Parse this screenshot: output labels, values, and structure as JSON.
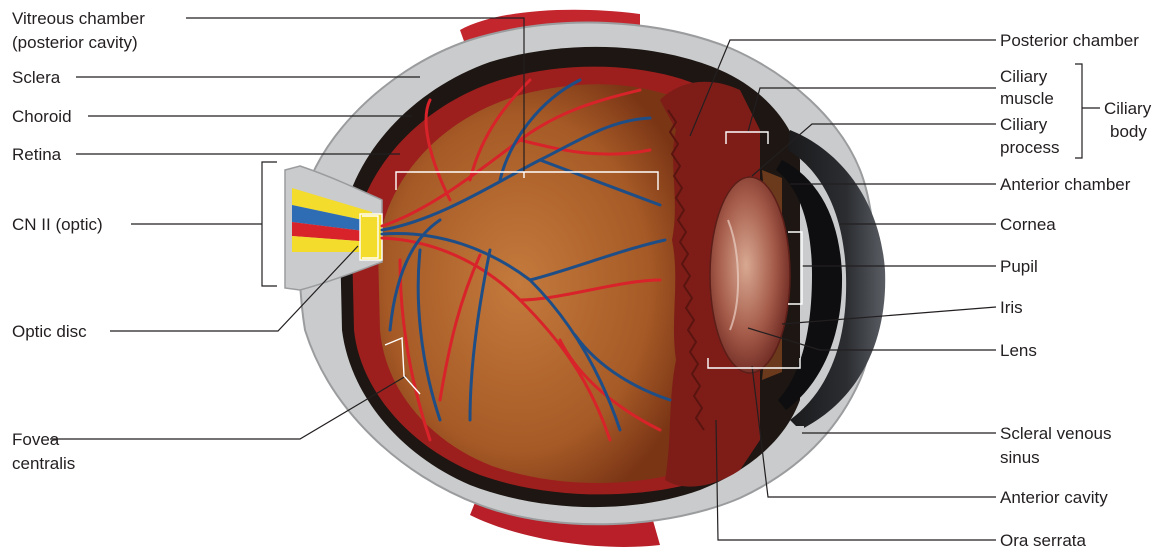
{
  "labels": {
    "vitreous_1": "Vitreous chamber",
    "vitreous_2": "(posterior cavity)",
    "sclera": "Sclera",
    "choroid": "Choroid",
    "retina": "Retina",
    "cn_ii": "CN II (optic)",
    "optic_disc": "Optic disc",
    "fovea_1": "Fovea",
    "fovea_2": "centralis",
    "posterior_chamber": "Posterior chamber",
    "ciliary_muscle_1": "Ciliary",
    "ciliary_muscle_2": "muscle",
    "ciliary_process_1": "Ciliary",
    "ciliary_process_2": "process",
    "ciliary_body_1": "Ciliary",
    "ciliary_body_2": "body",
    "anterior_chamber": "Anterior chamber",
    "cornea": "Cornea",
    "pupil": "Pupil",
    "iris": "Iris",
    "lens": "Lens",
    "scleral_sinus_1": "Scleral venous",
    "scleral_sinus_2": "sinus",
    "anterior_cavity": "Anterior cavity",
    "ora_serrata": "Ora serrata"
  },
  "colors": {
    "sclera": "#c9cbcc",
    "choroid": "#1d1613",
    "outer_red": "#c4262e",
    "retina_fundus": "#b0642d",
    "artery": "#d8232a",
    "vein": "#1f4e86",
    "nerve_yellow": "#f4dc2c",
    "nerve_blue": "#2e6db4"
  }
}
